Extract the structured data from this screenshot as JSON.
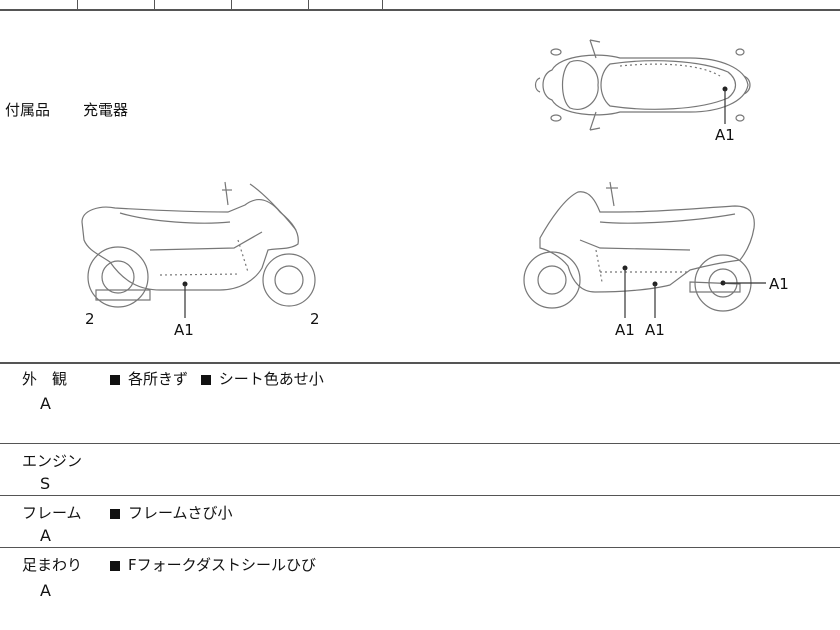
{
  "accessories": {
    "label": "付属品",
    "value": "充電器"
  },
  "diagram": {
    "callouts": {
      "top_a1": "A1",
      "left_a1": "A1",
      "left_2_rear": "2",
      "left_2_front": "2",
      "right_a1_1": "A1",
      "right_a1_2": "A1",
      "right_a1_rear": "A1"
    }
  },
  "inspection": {
    "exterior": {
      "label": "外　観",
      "grade": "A",
      "note1": "各所きず",
      "note2": "シート色あせ小"
    },
    "engine": {
      "label": "エンジン",
      "grade": "S"
    },
    "frame": {
      "label": "フレーム",
      "grade": "A",
      "note1": "フレームさび小"
    },
    "suspension": {
      "label": "足まわり",
      "grade": "A",
      "note1": "Fフォークダストシールひび"
    }
  },
  "colors": {
    "line": "#555555",
    "text": "#111111"
  }
}
